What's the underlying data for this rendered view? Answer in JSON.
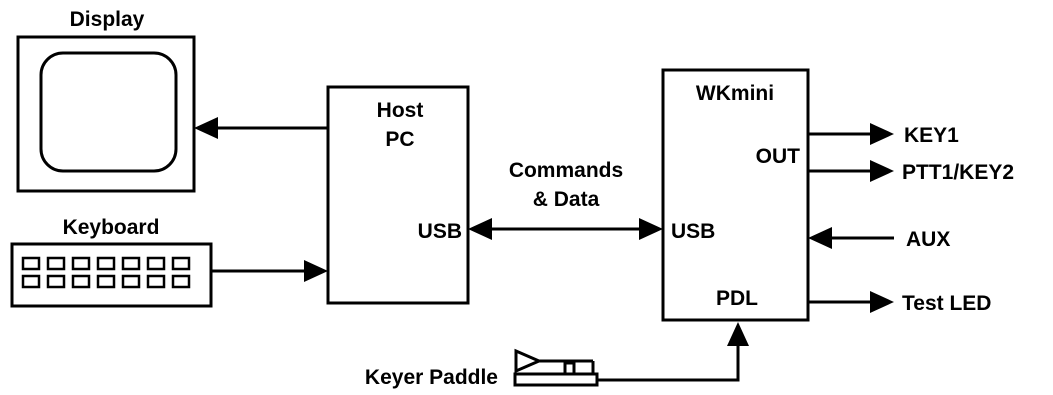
{
  "labels": {
    "display": "Display",
    "keyboard": "Keyboard",
    "host_line1": "Host",
    "host_line2": "PC",
    "host_usb": "USB",
    "commands_line1": "Commands",
    "commands_line2": "& Data",
    "wk_title": "WKmini",
    "wk_out": "OUT",
    "wk_usb": "USB",
    "wk_pdl": "PDL",
    "key1": "KEY1",
    "ptt": "PTT1/KEY2",
    "aux": "AUX",
    "test_led": "Test LED",
    "keyer_paddle": "Keyer Paddle"
  },
  "colors": {
    "ink": "#000000",
    "background": "#ffffff"
  }
}
